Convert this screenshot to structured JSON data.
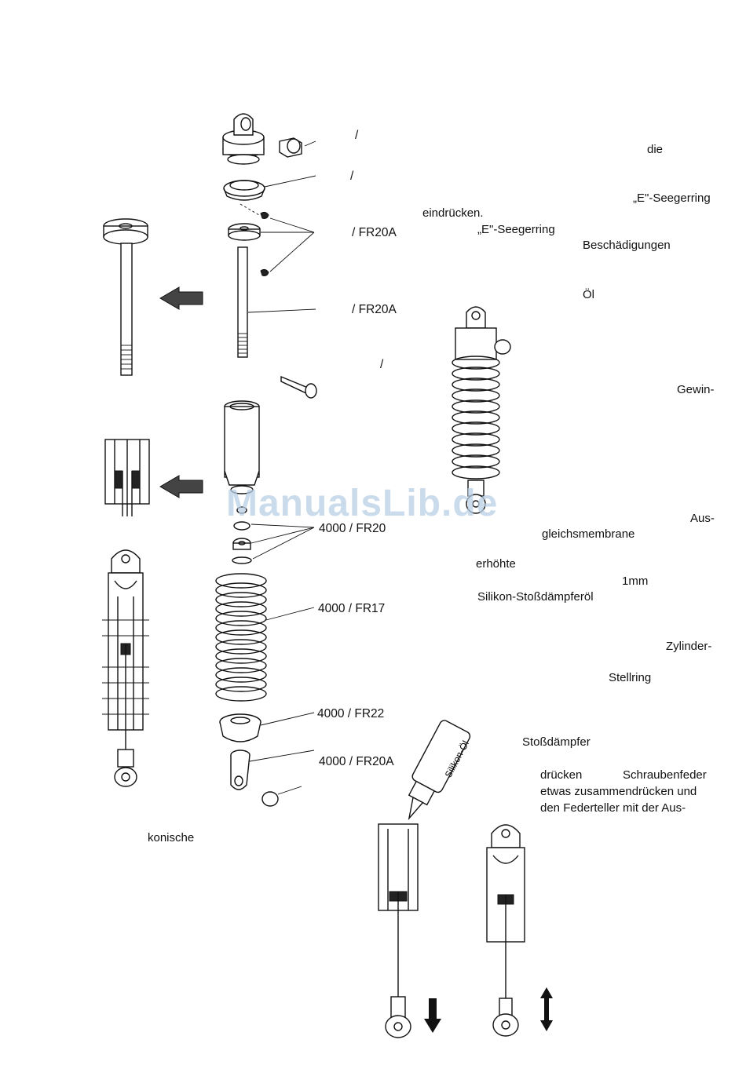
{
  "watermark": "ManualsLib.de",
  "part_labels": {
    "slash_1": "/",
    "slash_2": "/",
    "fr20a_1": "/ FR20A",
    "fr20a_2": "/ FR20A",
    "slash_3": "/",
    "fr20": "4000 / FR20",
    "fr17": "4000 / FR17",
    "fr22": "4000 / FR22",
    "fr20a_3": "4000 / FR20A"
  },
  "text": {
    "die": "die",
    "seegerring_1": "„E\"-Seegerring",
    "eindruecken": "eindrücken.",
    "seegerring_2": "„E\"-Seegerring",
    "beschaedigungen": "Beschädigungen",
    "oel": "Öl",
    "gewin": "Gewin-",
    "aus": "Aus-",
    "gleichsmembrane": "gleichsmembrane",
    "erhoehte": "erhöhte",
    "mm": "1mm",
    "silikon": "Silikon-Stoßdämpferöl",
    "zylinder": "Zylinder-",
    "stellring": "Stellring",
    "stossdaempfer": "Stoßdämpfer",
    "druecken": "drücken",
    "schraubenfeder": "Schraubenfeder",
    "zusammen": "etwas zusammendrücken und",
    "federteller": "den Federteller mit der Aus-",
    "konische": "konische",
    "bottle_label": "Silikon-Öl"
  }
}
